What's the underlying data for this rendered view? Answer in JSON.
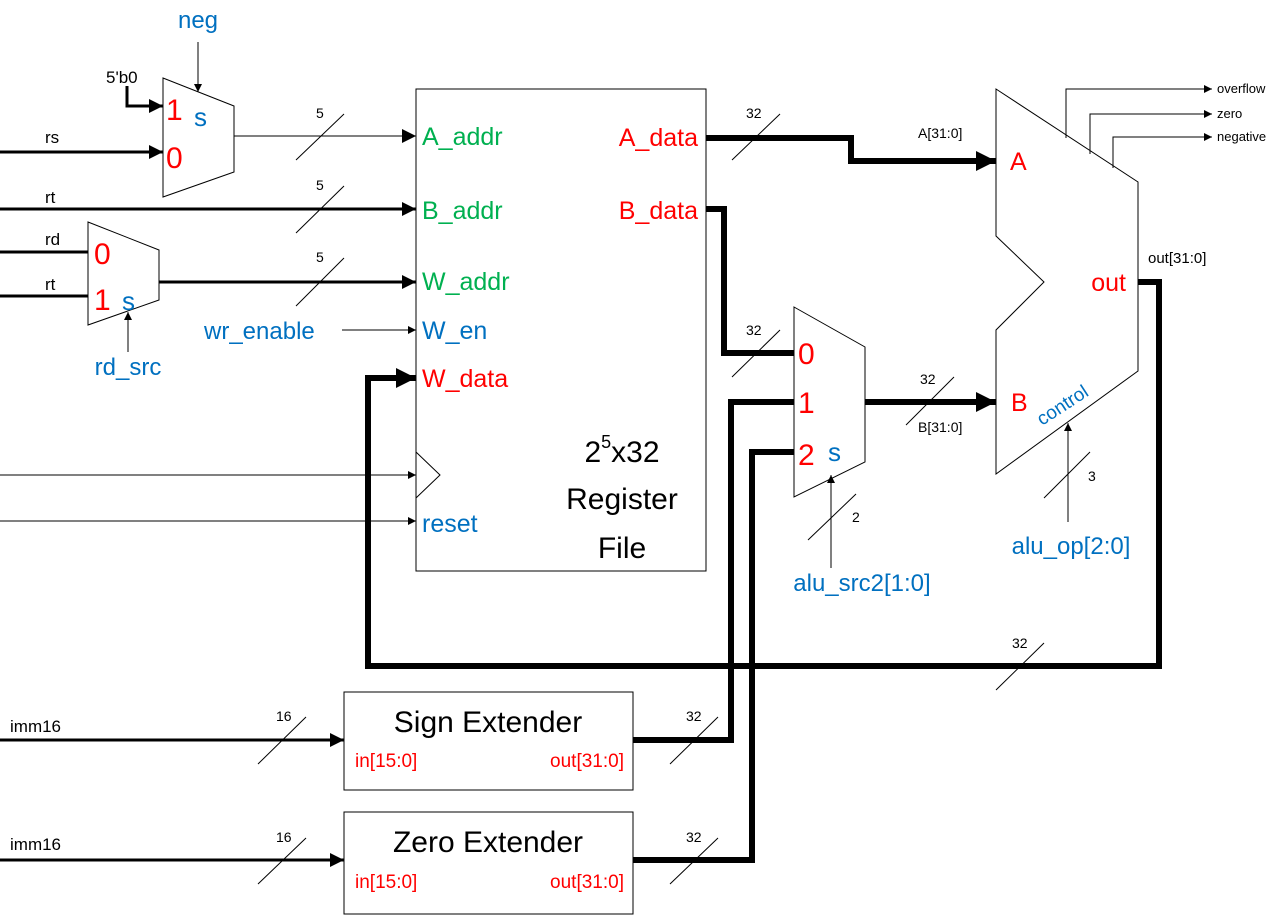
{
  "colors": {
    "data_port": "#ff0000",
    "control": "#0070c0",
    "address_port": "#00b050",
    "wire": "#000000"
  },
  "neg_mux": {
    "control": "neg",
    "const_input": "5'b0",
    "in1": "1",
    "in0": "0",
    "select": "s",
    "rs_label": "rs",
    "width": "5"
  },
  "rd_mux": {
    "in0": "0",
    "in1": "1",
    "select": "s",
    "control": "rd_src",
    "rd_label": "rd",
    "rt_label": "rt"
  },
  "register_file": {
    "title_base": "2",
    "title_exp": "5",
    "title_rest": "x32",
    "title_line2": "Register",
    "title_line3": "File",
    "ports": {
      "a_addr": "A_addr",
      "b_addr": "B_addr",
      "w_addr": "W_addr",
      "w_en": "W_en",
      "w_data": "W_data",
      "reset": "reset",
      "a_data": "A_data",
      "b_data": "B_data"
    },
    "rt_label": "rt",
    "wr_enable": "wr_enable",
    "b_width": "5",
    "w_width": "5"
  },
  "alu_src_mux": {
    "in0": "0",
    "in1": "1",
    "in2": "2",
    "select": "s",
    "control": "alu_src2[1:0]",
    "sel_width": "2",
    "in_width": "32"
  },
  "alu": {
    "in_a": "A",
    "in_b": "B",
    "out": "out",
    "control": "control",
    "a_bus": "A[31:0]",
    "b_bus": "B[31:0]",
    "out_bus": "out[31:0]",
    "op": "alu_op[2:0]",
    "op_width": "3",
    "a_width": "32",
    "b_width": "32",
    "flags": [
      "overflow",
      "zero",
      "negative"
    ]
  },
  "writeback_width": "32",
  "sign_extender": {
    "title": "Sign Extender",
    "in": "in[15:0]",
    "out": "out[31:0]",
    "input_label": "imm16",
    "in_width": "16",
    "out_width": "32"
  },
  "zero_extender": {
    "title": "Zero Extender",
    "in": "in[15:0]",
    "out": "out[31:0]",
    "input_label": "imm16",
    "in_width": "16",
    "out_width": "32"
  }
}
